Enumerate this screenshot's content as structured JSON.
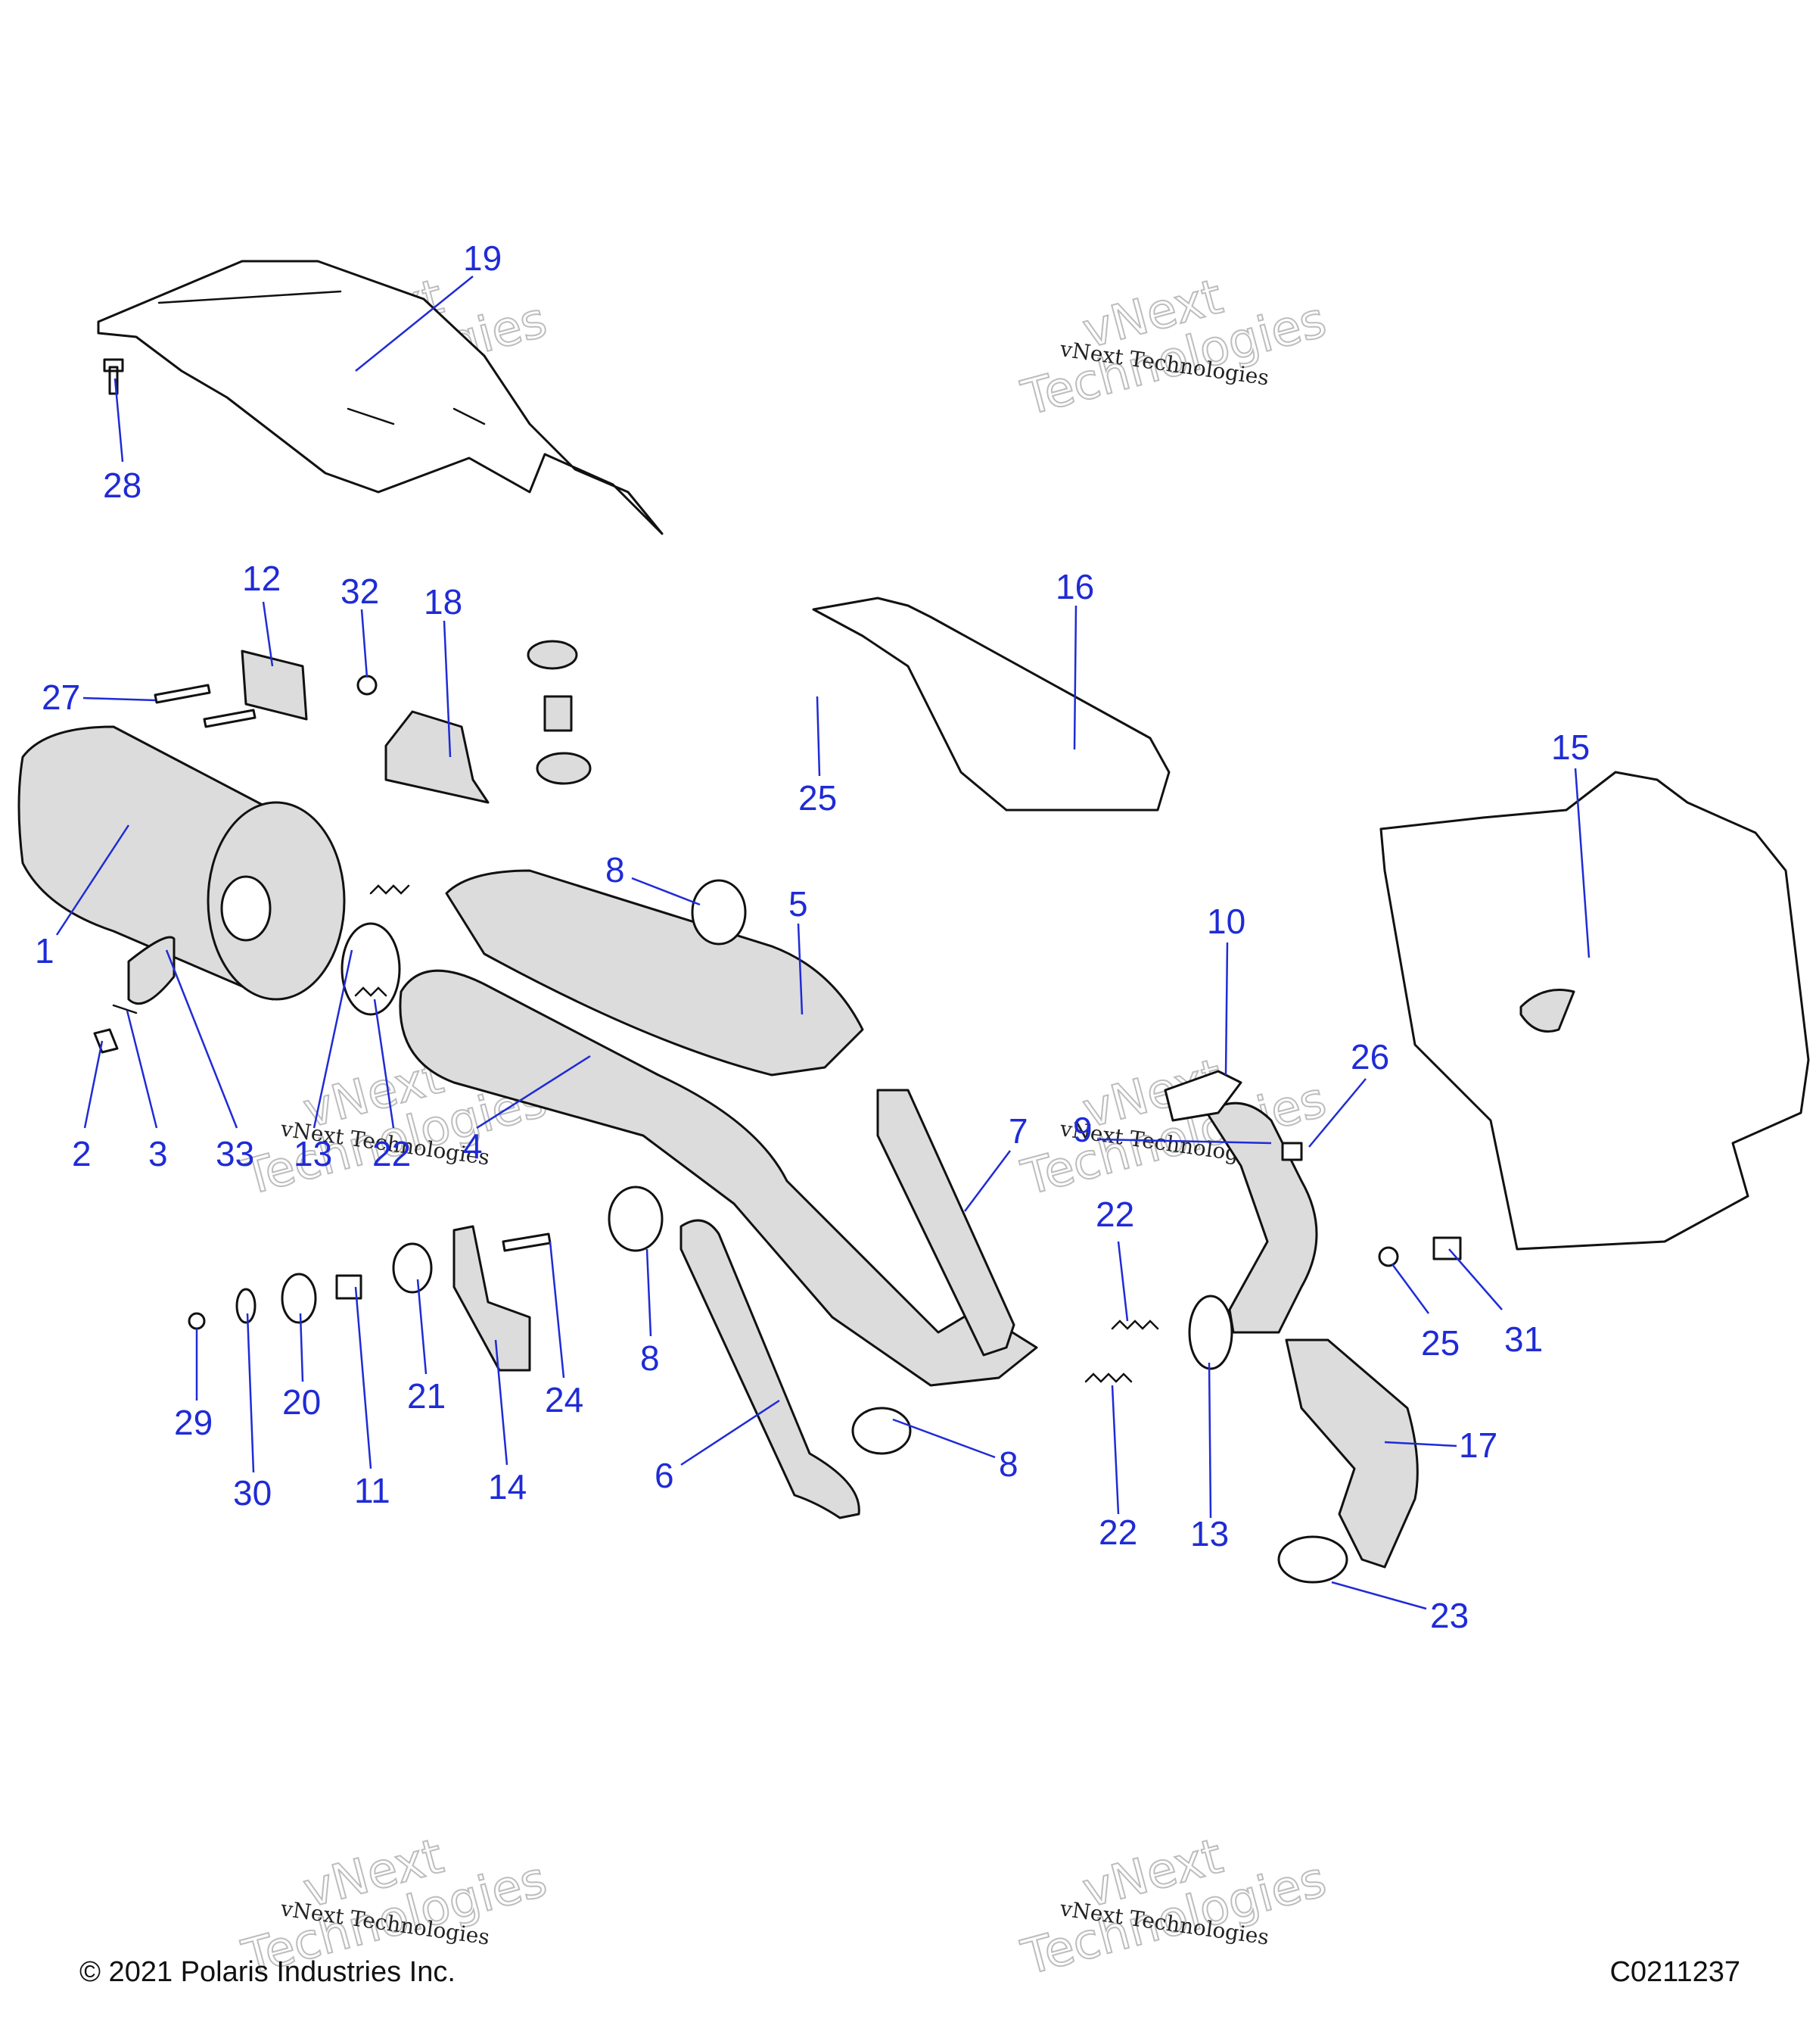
{
  "diagram": {
    "callouts": [
      {
        "label": "19"
      },
      {
        "label": "28"
      },
      {
        "label": "12"
      },
      {
        "label": "32"
      },
      {
        "label": "18"
      },
      {
        "label": "27"
      },
      {
        "label": "16"
      },
      {
        "label": "25"
      },
      {
        "label": "15"
      },
      {
        "label": "8"
      },
      {
        "label": "5"
      },
      {
        "label": "1"
      },
      {
        "label": "10"
      },
      {
        "label": "26"
      },
      {
        "label": "2"
      },
      {
        "label": "3"
      },
      {
        "label": "33"
      },
      {
        "label": "13"
      },
      {
        "label": "22"
      },
      {
        "label": "4"
      },
      {
        "label": "7"
      },
      {
        "label": "9"
      },
      {
        "label": "22"
      },
      {
        "label": "8"
      },
      {
        "label": "25"
      },
      {
        "label": "31"
      },
      {
        "label": "29"
      },
      {
        "label": "20"
      },
      {
        "label": "21"
      },
      {
        "label": "24"
      },
      {
        "label": "30"
      },
      {
        "label": "11"
      },
      {
        "label": "14"
      },
      {
        "label": "6"
      },
      {
        "label": "8"
      },
      {
        "label": "22"
      },
      {
        "label": "13"
      },
      {
        "label": "17"
      },
      {
        "label": "23"
      }
    ],
    "watermark_small": "vNext Technologies",
    "watermark_large": [
      "vNext",
      "Technologies"
    ]
  },
  "footer": {
    "copyright": "© 2021 Polaris Industries Inc.",
    "drawing_number": "C0211237"
  },
  "colors": {
    "callout": "#1f2bd6",
    "line_art": "#111111",
    "shading": "#dcdcdc"
  }
}
